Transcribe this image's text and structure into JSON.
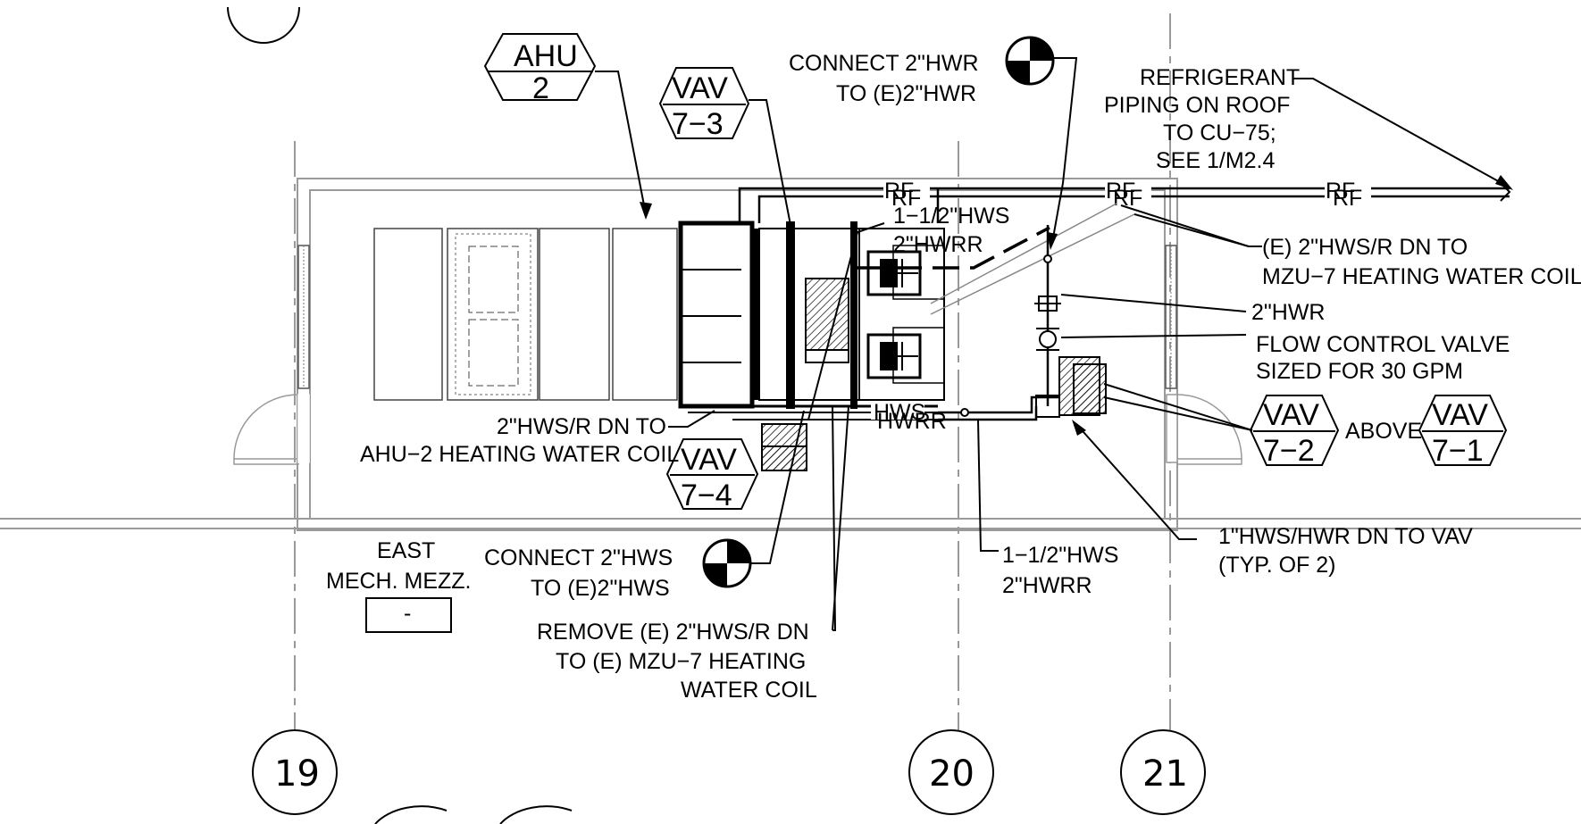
{
  "labels": {
    "ahu_tag_top": "AHU",
    "ahu_tag_bottom": "2",
    "vav73_top": "VAV",
    "vav73_bottom": "7−3",
    "vav74_top": "VAV",
    "vav74_bottom": "7−4",
    "vav72_top": "VAV",
    "vav72_bottom": "7−2",
    "vav71_top": "VAV",
    "vav71_bottom": "7−1",
    "above": "ABOVE",
    "connect_hwr_1": "CONNECT 2\"HWR",
    "connect_hwr_2": "TO (E)2\"HWR",
    "refrig_1": "REFRIGERANT",
    "refrig_2": "PIPING ON ROOF",
    "refrig_3": "TO CU−75;",
    "refrig_4": "SEE 1/M2.4",
    "rf": "RF",
    "hws_small_1": "1−1/2\"HWS",
    "hws_small_2": "2\"HWRR",
    "mzu_1": "(E) 2\"HWS/R DN TO",
    "mzu_2": "MZU−7 HEATING WATER COIL",
    "hwr_2": "2\"HWR",
    "fcv_1": "FLOW CONTROL VALVE",
    "fcv_2": "SIZED FOR 30 GPM",
    "ahu_coil_1": "2\"HWS/R DN TO",
    "ahu_coil_2": "AHU−2 HEATING WATER COIL",
    "hws_pipe": "HWS",
    "hwrr_pipe": "HWRR",
    "vav_dn_1": "1\"HWS/HWR DN TO VAV",
    "vav_dn_2": "(TYP. OF 2)",
    "hws_low_1": "1−1/2\"HWS",
    "hws_low_2": "2\"HWRR",
    "east_1": "EAST",
    "east_2": "MECH. MEZZ.",
    "east_box": "-",
    "connect_hws_1": "CONNECT 2\"HWS",
    "connect_hws_2": "TO (E)2\"HWS",
    "remove_1": "REMOVE (E) 2\"HWS/R DN",
    "remove_2": "TO (E) MZU−7 HEATING",
    "remove_3": "WATER COIL",
    "grid_19": "19",
    "grid_20": "20",
    "grid_21": "21"
  }
}
